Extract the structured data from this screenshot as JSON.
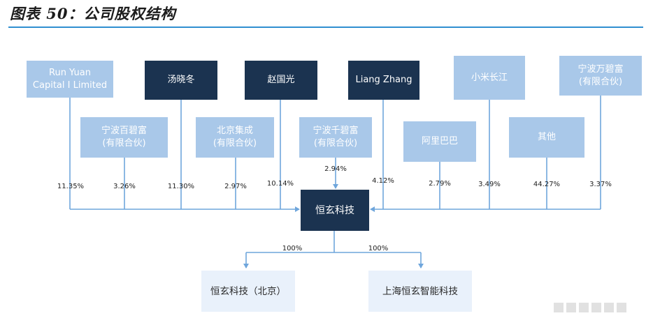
{
  "title": "图表 50：公司股权结构",
  "shareholders": [
    {
      "id": "run-yuan",
      "name": "Run Yuan\nCapital I Limited",
      "pct": "11.35%"
    },
    {
      "id": "ningbo-baibifu",
      "name": "宁波百碧富\n(有限合伙)",
      "pct": "3.26%"
    },
    {
      "id": "tang-xiaodong",
      "name": "汤晓冬",
      "pct": "11.30%"
    },
    {
      "id": "beijing-jicheng",
      "name": "北京集成\n(有限合伙)",
      "pct": "2.97%"
    },
    {
      "id": "zhao-guoguang",
      "name": "赵国光",
      "pct": "10.14%"
    },
    {
      "id": "ningbo-qianbifu",
      "name": "宁波千碧富\n(有限合伙)",
      "pct": "2.94%"
    },
    {
      "id": "liang-zhang",
      "name": "Liang Zhang",
      "pct": "4.12%"
    },
    {
      "id": "alibaba",
      "name": "阿里巴巴",
      "pct": "2.79%"
    },
    {
      "id": "xiaomi-changjiang",
      "name": "小米长江",
      "pct": "3.49%"
    },
    {
      "id": "others",
      "name": "其他",
      "pct": "44.27%"
    },
    {
      "id": "ningbo-wanbifu",
      "name": "宁波万碧富\n(有限合伙)",
      "pct": "3.37%"
    }
  ],
  "company": {
    "name": "恒玄科技"
  },
  "subsidiaries": [
    {
      "id": "beijing",
      "name": "恒玄科技（北京）",
      "pct": "100%"
    },
    {
      "id": "shanghai",
      "name": "上海恒玄智能科技",
      "pct": "100%"
    }
  ],
  "colors": {
    "light_box": "#a9c8e9",
    "dark_box": "#1b3350",
    "pale_box": "#e9f1fb",
    "line": "#6fa6dc",
    "rule": "#2f8fd0"
  }
}
